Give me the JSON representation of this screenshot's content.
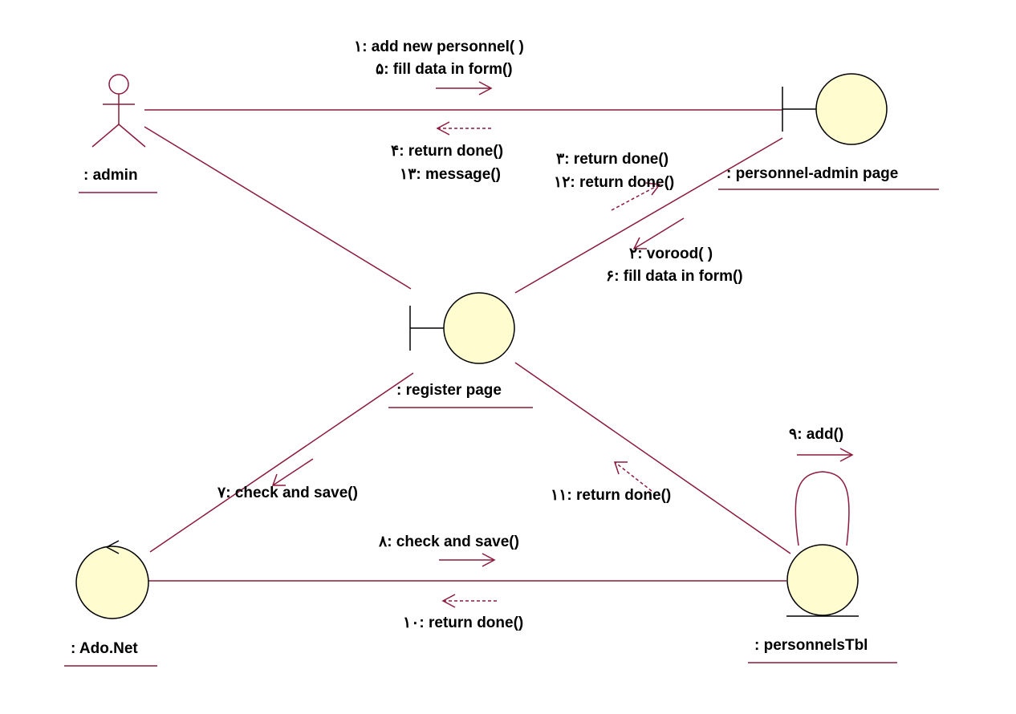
{
  "diagram": {
    "type": "UML collaboration diagram",
    "colors": {
      "line": "#8b1a3c",
      "object_fill": "#fffdd0",
      "object_stroke": "#000000",
      "text": "#000000"
    },
    "objects": {
      "admin": {
        "name": ": admin",
        "kind": "actor"
      },
      "personnel_admin_page": {
        "name": ": personnel-admin page",
        "kind": "boundary"
      },
      "register_page": {
        "name": ": register page",
        "kind": "boundary"
      },
      "ado_net": {
        "name": ": Ado.Net",
        "kind": "control"
      },
      "personnels_tbl": {
        "name": ": personnelsTbl",
        "kind": "entity"
      }
    },
    "messages": {
      "m1": "۱: add new personnel( )",
      "m5": "۵: fill data in form()",
      "m4": "۴: return done()",
      "m13": "۱۳: message()",
      "m3": "۳: return done()",
      "m12": "۱۲: return done()",
      "m2": "۲: vorood( )",
      "m6": "۶: fill data in form()",
      "m9": "۹: add()",
      "m7": "۷: check and save()",
      "m11": "۱۱: return done()",
      "m8": "۸: check and save()",
      "m10": "۱۰: return done()"
    }
  }
}
